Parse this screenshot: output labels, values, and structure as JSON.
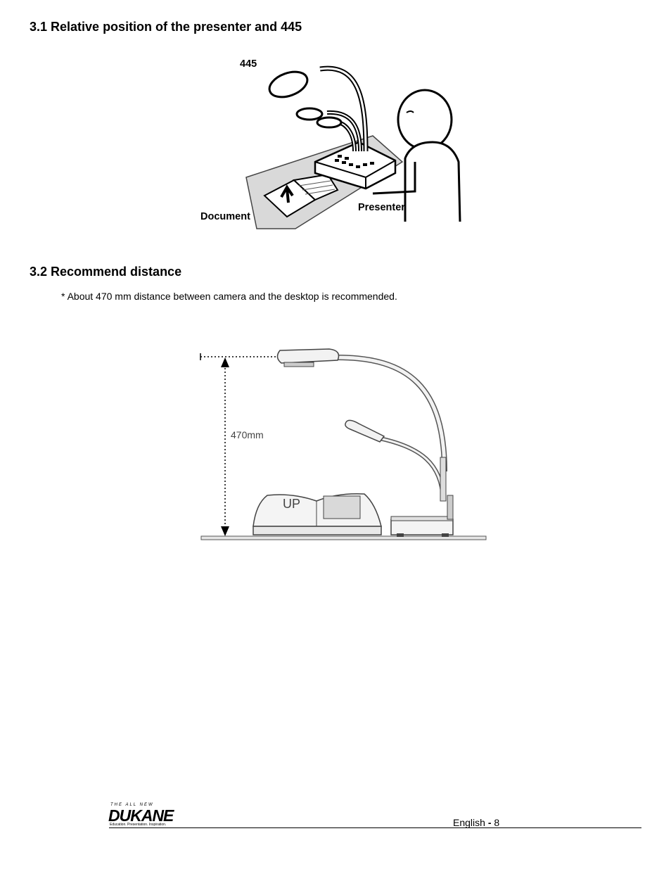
{
  "section1": {
    "heading": "3.1 Relative position of the presenter and 445",
    "labels": {
      "device": "445",
      "document": "Document",
      "presenter": "Presenter"
    }
  },
  "section2": {
    "heading": "3.2 Recommend distance",
    "note": "* About 470 mm distance between camera and the desktop is recommended.",
    "diagram": {
      "distance_label": "470mm",
      "book_label": "UP"
    }
  },
  "footer": {
    "logo": {
      "tagline": "THE ALL NEW",
      "brand": "DUKANE",
      "slogan": "Education. Presentation. Inspiration."
    },
    "page_language": "English",
    "page_separator": "-",
    "page_number": "8"
  }
}
